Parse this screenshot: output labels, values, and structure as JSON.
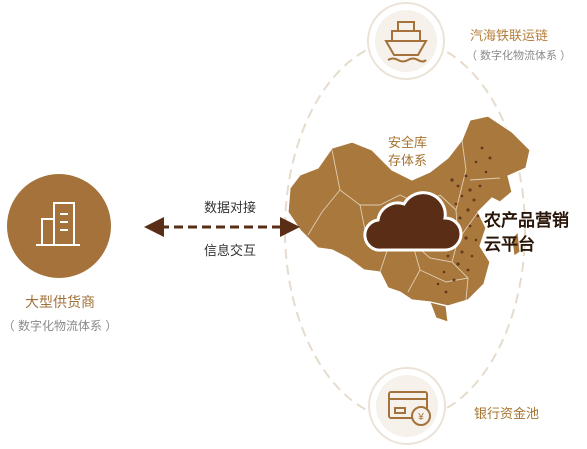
{
  "supplier": {
    "title": "大型供货商",
    "subtitle": "（ 数字化物流体系 ）"
  },
  "logistics": {
    "title": "汽海铁联运链",
    "subtitle": "（ 数字化物流体系 ）"
  },
  "inventory": {
    "line1": "安全库",
    "line2": "存体系"
  },
  "platform": {
    "line1": "农产品营销",
    "line2": "云平台"
  },
  "bank": {
    "title": "银行资金池"
  },
  "exchange": {
    "line1": "数据对接",
    "line2": "信息交互"
  },
  "colors": {
    "brand_brown": "#a4723a",
    "dark_brown": "#5a2e16",
    "map_fill": "#a8783c",
    "ring": "#e6dccd"
  },
  "icons": {
    "supplier": "building-icon",
    "logistics": "ship-icon",
    "platform": "cloud-icon",
    "bank": "bank-card-icon",
    "exchange": "double-arrow-icon"
  }
}
